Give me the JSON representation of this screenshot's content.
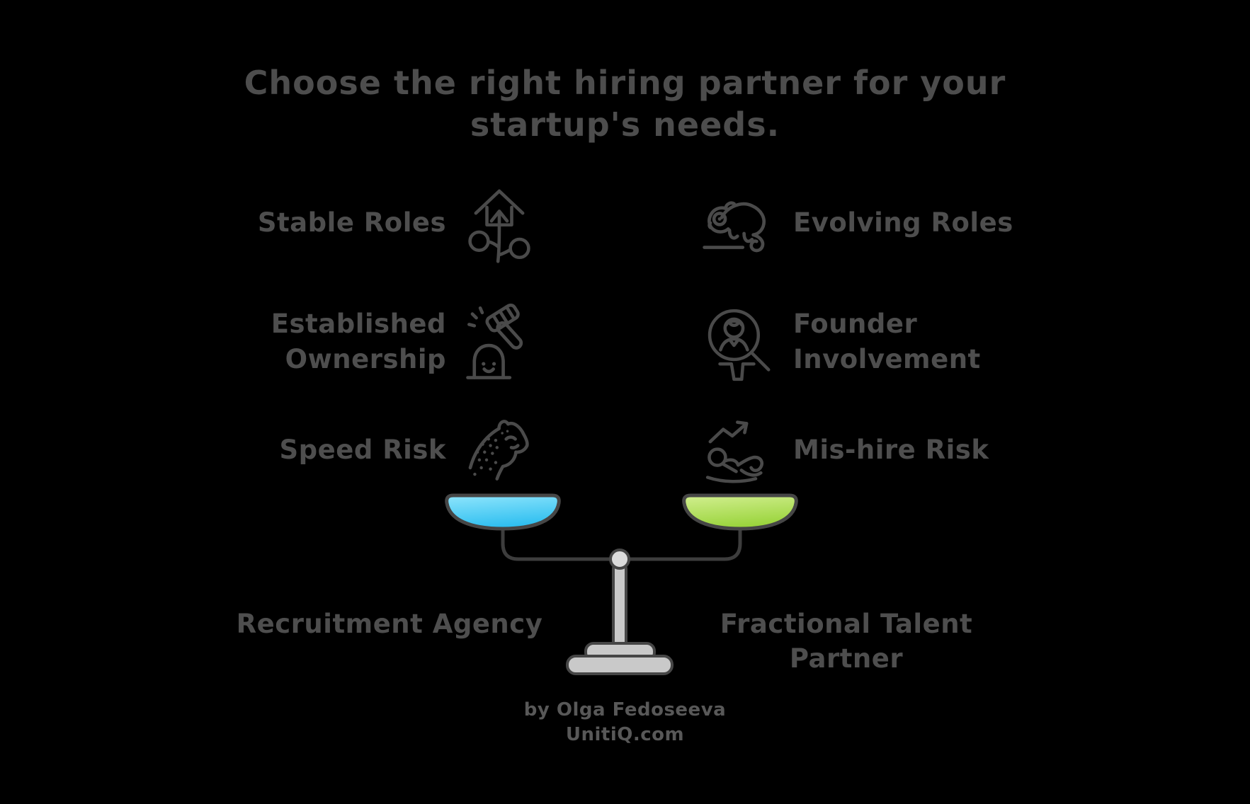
{
  "page": {
    "background_color": "#000000",
    "text_color": "#4e4e4e",
    "icon_stroke_color": "#4a4a4a"
  },
  "title": {
    "line1": "Choose the right hiring partner for your",
    "line2": "startup's needs."
  },
  "rows": [
    {
      "left": {
        "line1": "Stable Roles",
        "line2": "",
        "icon": "career-path-icon"
      },
      "right": {
        "line1": "Evolving Roles",
        "line2": "",
        "icon": "chameleon-icon"
      }
    },
    {
      "left": {
        "line1": "Established",
        "line2": "Ownership",
        "icon": "gavel-mole-icon"
      },
      "right": {
        "line1": "Founder",
        "line2": "Involvement",
        "icon": "magnifier-person-icon"
      }
    },
    {
      "left": {
        "line1": "Speed Risk",
        "line2": "",
        "icon": "cheetah-icon"
      },
      "right": {
        "line1": "Mis-hire Risk",
        "line2": "",
        "icon": "situp-arrow-icon"
      }
    }
  ],
  "scale": {
    "left_label": "Recruitment Agency",
    "right_label_line1": "Fractional Talent",
    "right_label_line2": "Partner",
    "left_pan_top_color": "#8FE5FC",
    "left_pan_bottom_color": "#2FBFF0",
    "right_pan_top_color": "#D2EF90",
    "right_pan_bottom_color": "#9AD43C",
    "hardware_fill_color": "#C9C9C9",
    "outline_color": "#464646"
  },
  "footer": {
    "line1": "by Olga Fedoseeva",
    "line2": "UnitiQ.com"
  }
}
